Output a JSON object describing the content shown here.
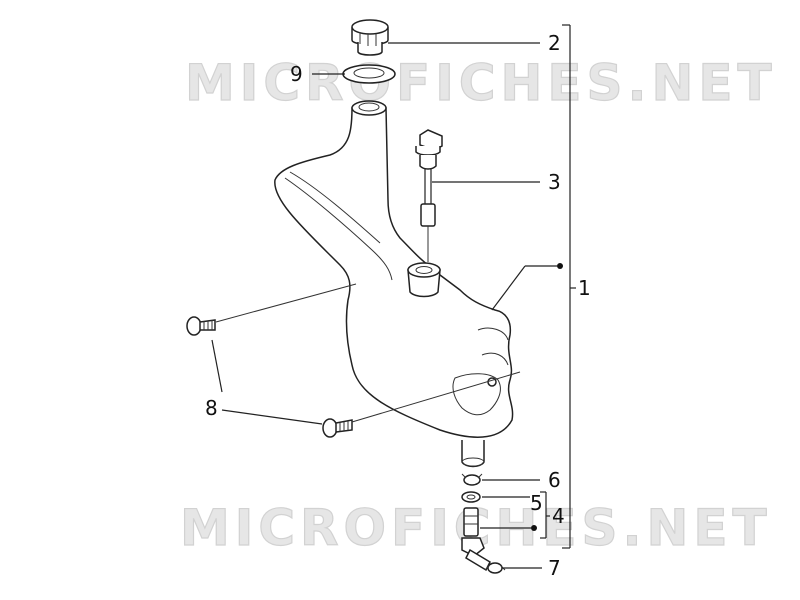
{
  "watermark": "MICROFICHES.NET",
  "callouts": {
    "c1": "1",
    "c2": "2",
    "c3": "3",
    "c4": "4",
    "c5": "5",
    "c6": "6",
    "c7": "7",
    "c8": "8",
    "c9": "9"
  }
}
